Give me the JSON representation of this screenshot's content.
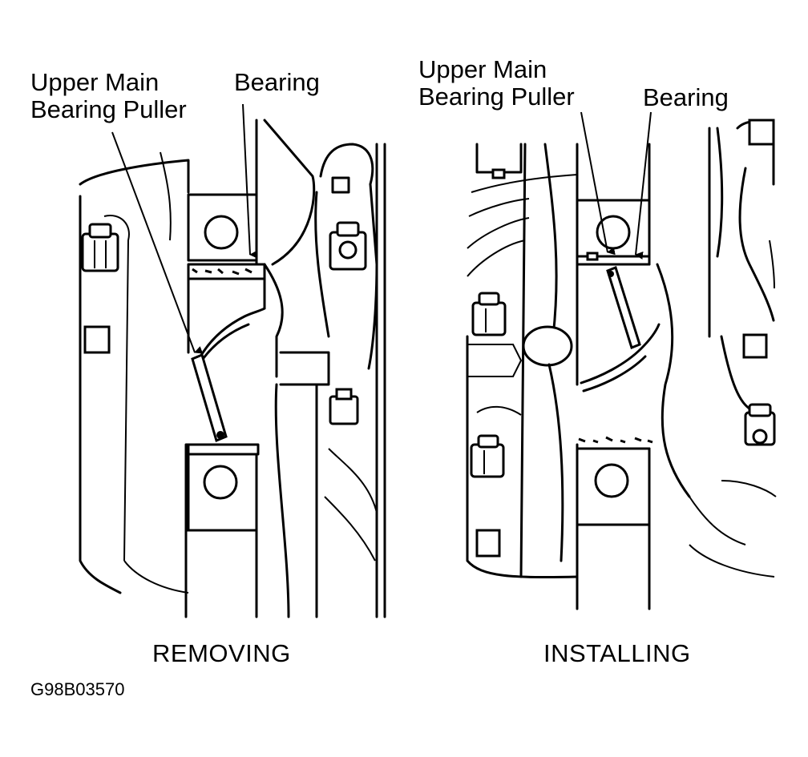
{
  "left_panel": {
    "label_puller_line1": "Upper Main",
    "label_puller_line2": "Bearing Puller",
    "label_bearing": "Bearing",
    "caption": "REMOVING"
  },
  "right_panel": {
    "label_puller_line1": "Upper Main",
    "label_puller_line2": "Bearing Puller",
    "label_bearing": "Bearing",
    "caption": "INSTALLING"
  },
  "figure_code": "G98B03570"
}
